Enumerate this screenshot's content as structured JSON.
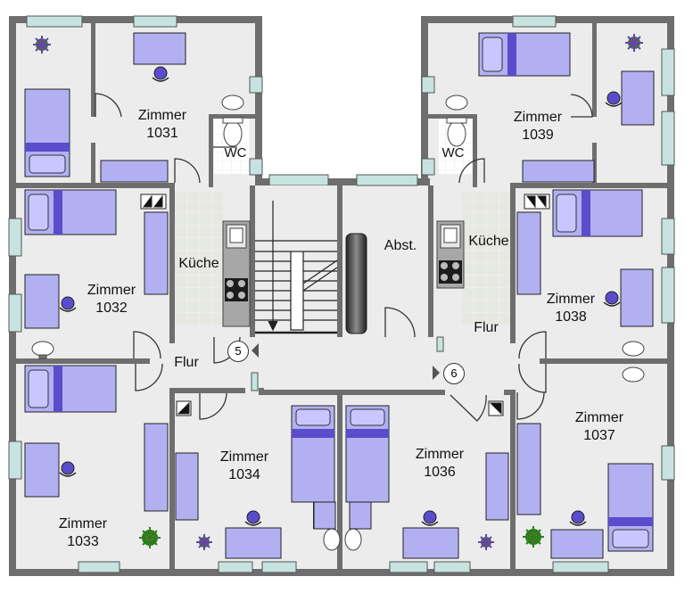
{
  "rooms": [
    {
      "id": "1031",
      "word": "Zimmer",
      "number": "1031"
    },
    {
      "id": "1032",
      "word": "Zimmer",
      "number": "1032"
    },
    {
      "id": "1033",
      "word": "Zimmer",
      "number": "1033"
    },
    {
      "id": "1034",
      "word": "Zimmer",
      "number": "1034"
    },
    {
      "id": "1036",
      "word": "Zimmer",
      "number": "1036"
    },
    {
      "id": "1037",
      "word": "Zimmer",
      "number": "1037"
    },
    {
      "id": "1038",
      "word": "Zimmer",
      "number": "1038"
    },
    {
      "id": "1039",
      "word": "Zimmer",
      "number": "1039"
    }
  ],
  "areas": {
    "wc_left": "WC",
    "wc_right": "WC",
    "kitchen_left": "Küche",
    "kitchen_right": "Küche",
    "storage": "Abst.",
    "hall_left": "Flur",
    "hall_right": "Flur"
  },
  "markers": {
    "stair_left": "5",
    "stair_right": "6"
  },
  "colors": {
    "wall": "#6e6e6e",
    "floor": "#ececec",
    "furniture": "#b3b0f2",
    "furniture_dark": "#5b4ccc",
    "window": "#c6e3df"
  }
}
